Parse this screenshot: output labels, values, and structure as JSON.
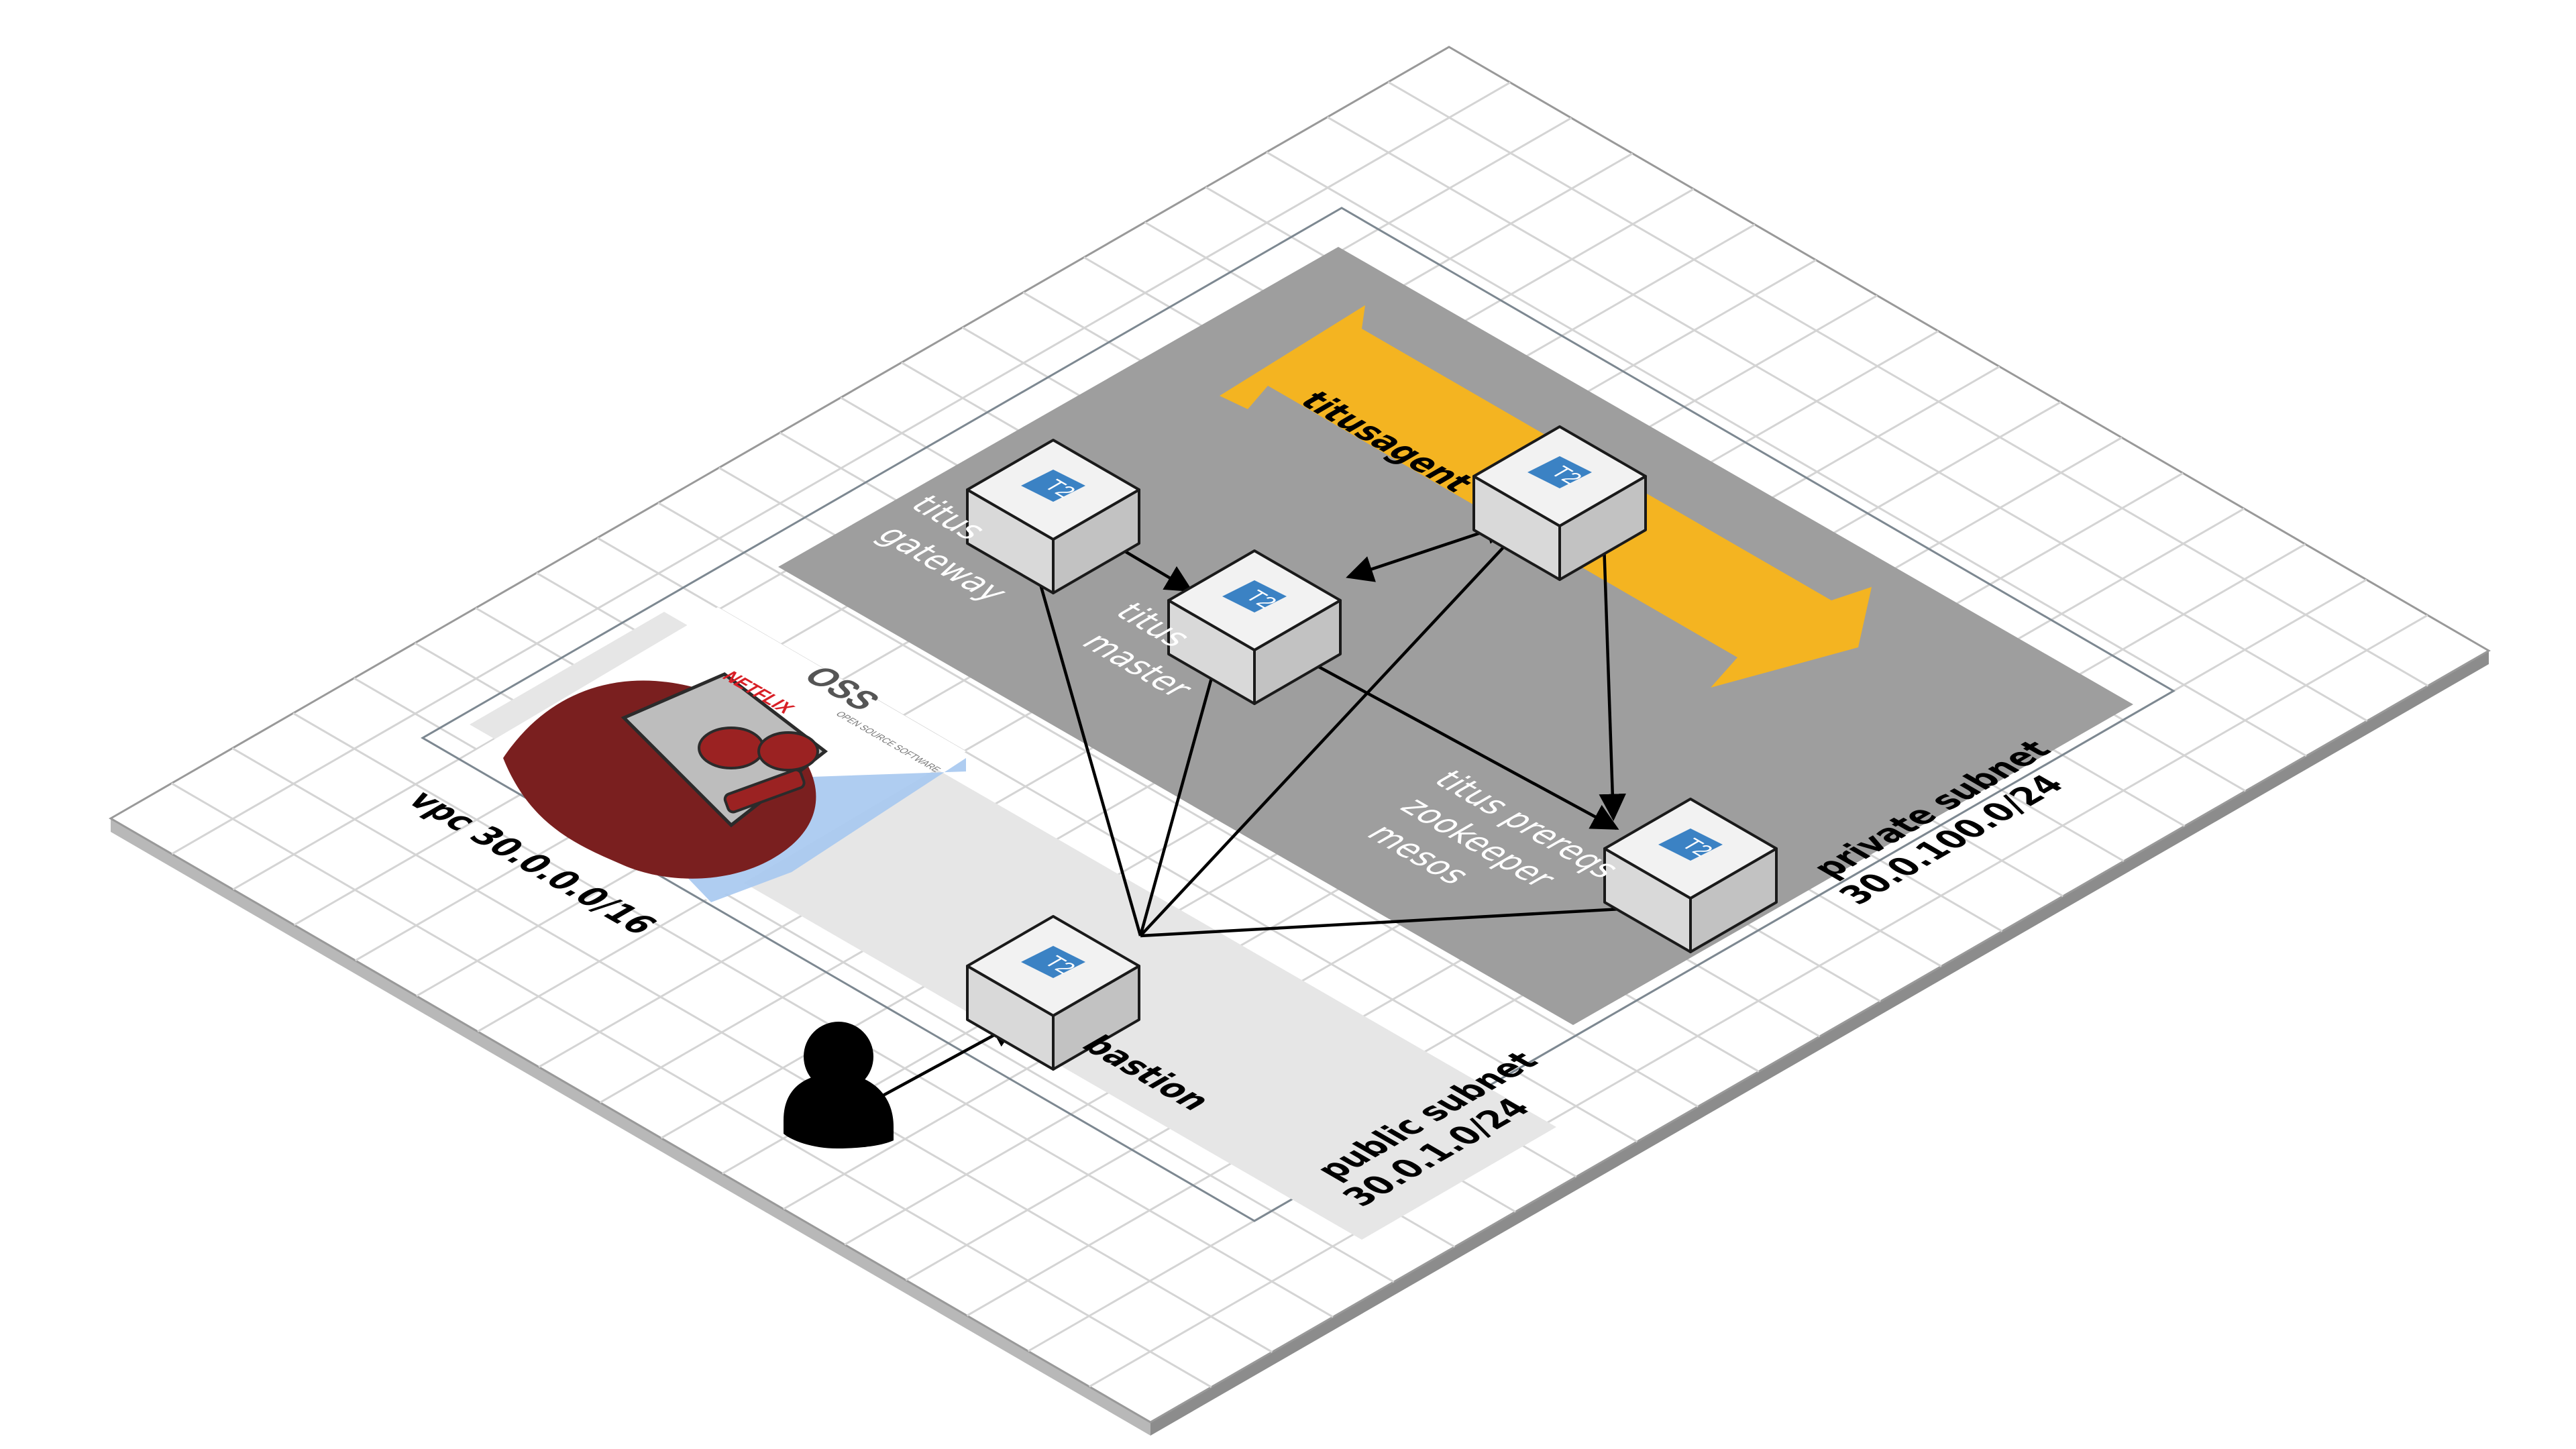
{
  "diagram": {
    "vpc_label": "vpc 30.0.0.0/16",
    "public_subnet_label": [
      "public subnet",
      "30.0.1.0/24"
    ],
    "private_subnet_label": [
      "private subnet",
      "30.0.100.0/24"
    ],
    "instance_badge": "T2",
    "nodes": {
      "gateway": [
        "titus",
        "gateway"
      ],
      "master": [
        "titus",
        "master"
      ],
      "agent": [
        "titusagent"
      ],
      "prereqs": [
        "titus prereqs",
        "zookeeper",
        "mesos"
      ],
      "bastion": [
        "bastion"
      ]
    },
    "logo": {
      "brand": "NETFLIX",
      "product": "OSS",
      "tagline": "OPEN SOURCE SOFTWARE"
    },
    "colors": {
      "grid_line": "#d4d4d4",
      "private_subnet_fill": "#9e9e9e",
      "public_subnet_fill": "#e6e6e6",
      "autoscaling_arrow": "#f4b421",
      "badge": "#3b82c4",
      "box_face": "#f2f2f2"
    },
    "icons": [
      "user-icon",
      "ec2-instance-icon",
      "autoscaling-arrow-icon",
      "netflix-oss-logo"
    ]
  }
}
